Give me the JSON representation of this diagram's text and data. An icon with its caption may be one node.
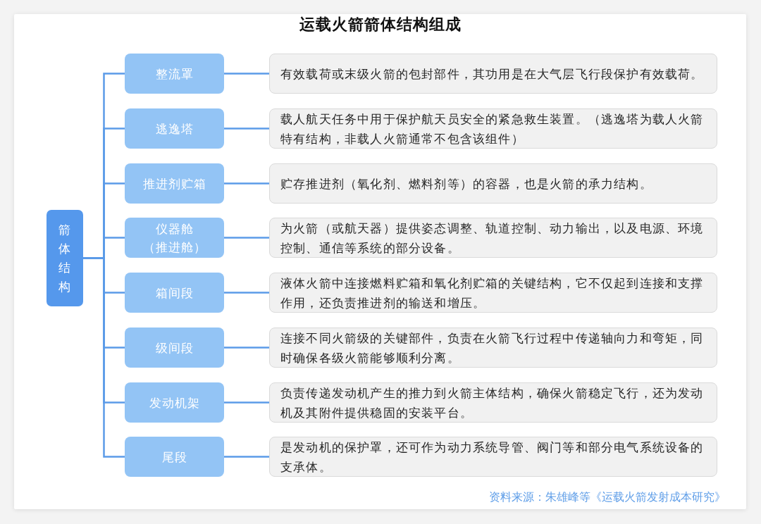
{
  "diagram": {
    "title": "运载火箭箭体结构组成",
    "nodes": [
      {
        "text": [
          "箭体结构"
        ]
      },
      {
        "text": [
          "整流罩"
        ]
      },
      {
        "text": [
          "有效载荷或末级火箭的包封部件，其功用是在大气层飞行段保护有效载荷。"
        ]
      },
      {
        "text": [
          "逃逸塔"
        ]
      },
      {
        "text": [
          "载人航天任务中用于保护航天员安全的紧急救生装置。（逃逸塔为载人火箭特有结构，非载人火箭通常不包含该组件）"
        ]
      },
      {
        "text": [
          "推进剂贮箱"
        ]
      },
      {
        "text": [
          "贮存推进剂（氧化剂、燃料剂等）的容器，也是火箭的承力结构。"
        ]
      },
      {
        "text": [
          "仪器舱（推进舱）"
        ]
      },
      {
        "text": [
          "为火箭（或航天器）提供姿态调整、轨道控制、动力输出，以及电源、环境控制、通信等系统的部分设备。"
        ]
      },
      {
        "text": [
          "箱间段"
        ]
      },
      {
        "text": [
          "液体火箭中连接燃料贮箱和氧化剂贮箱的关键结构，它不仅起到连接和支撑作用，还负责推进剂的输送和增压。"
        ]
      },
      {
        "text": [
          "级间段"
        ]
      },
      {
        "text": [
          "连接不同火箭级的关键部件，负责在火箭飞行过程中传递轴向力和弯矩，同时确保各级火箭能够顺利分离。"
        ]
      },
      {
        "text": [
          "发动机架"
        ]
      },
      {
        "text": [
          "负责传递发动机产生的推力到火箭主体结构，确保火箭稳定飞行，还为发动机及其附件提供稳固的安装平台。"
        ]
      },
      {
        "text": [
          "尾段"
        ]
      },
      {
        "text": [
          "是发动机的保护罩，还可作为动力系统导管、阀门等和部分电气系统设备的支承体。"
        ]
      }
    ],
    "edges": [
      {
        "from": 0,
        "to": 1,
        "arrow": "none"
      },
      {
        "from": 0,
        "to": 3,
        "arrow": "none"
      },
      {
        "from": 0,
        "to": 5,
        "arrow": "none"
      },
      {
        "from": 0,
        "to": 7,
        "arrow": "none"
      },
      {
        "from": 0,
        "to": 9,
        "arrow": "none"
      },
      {
        "from": 0,
        "to": 11,
        "arrow": "none"
      },
      {
        "from": 0,
        "to": 13,
        "arrow": "none"
      },
      {
        "from": 0,
        "to": 15,
        "arrow": "none"
      },
      {
        "from": 1,
        "to": 2,
        "arrow": "none"
      },
      {
        "from": 3,
        "to": 4,
        "arrow": "none"
      },
      {
        "from": 5,
        "to": 6,
        "arrow": "none"
      },
      {
        "from": 7,
        "to": 8,
        "arrow": "none"
      },
      {
        "from": 9,
        "to": 10,
        "arrow": "none"
      },
      {
        "from": 11,
        "to": 12,
        "arrow": "none"
      },
      {
        "from": 13,
        "to": 14,
        "arrow": "none"
      },
      {
        "from": 15,
        "to": 16,
        "arrow": "none"
      }
    ],
    "labels": [
      "资料来源：朱雄峰等《运载火箭发射成本研究》"
    ]
  }
}
